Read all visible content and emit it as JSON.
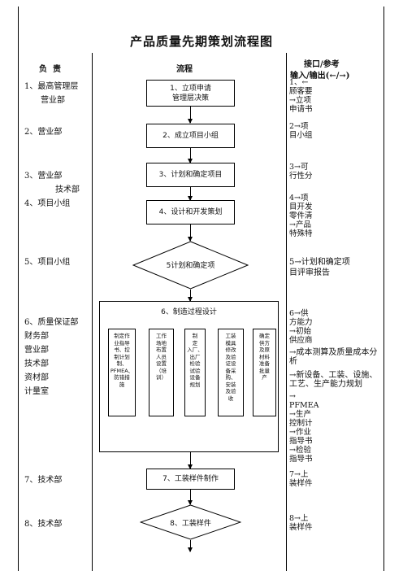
{
  "title": "产品质量先期策划流程图",
  "headers": {
    "responsibility": "负  责",
    "flow": "流程",
    "io_line1": "接口/参考",
    "io_line2": "输入/输出(←/→)"
  },
  "responsibilities": [
    [
      "1、最高管理层",
      "营业部"
    ],
    [
      "2、营业部"
    ],
    [
      "3、营业部",
      "技术部"
    ],
    [
      "4、项目小组"
    ],
    [
      "5、项目小组"
    ],
    [
      "6、质量保证部",
      "财务部",
      "营业部",
      "技术部",
      "资材部",
      "计量室"
    ],
    [
      "7、技术部"
    ],
    [
      "8、技术部"
    ]
  ],
  "steps": {
    "s1": [
      "1、立项申请",
      "管理层决策"
    ],
    "s2": "2、成立项目小组",
    "s3": "3、计划和确定项目",
    "s4": "4、设计和开发策划",
    "s5": "5计划和确定项",
    "s6": "6、制造过程设计",
    "s7": "7、工装样件制作",
    "s8": "8、工装样件"
  },
  "sub_boxes": [
    [
      "制定作",
      "业指导",
      "书、控",
      "制计划",
      "制、",
      "PFMEA、",
      "防错措",
      "施"
    ],
    [
      "工作",
      "场地",
      "布置",
      "人员",
      "设置",
      "（培",
      "训）"
    ],
    [
      "制",
      "定",
      "入厂、",
      "出厂",
      "检验",
      "试验",
      "设备",
      "规划"
    ],
    [
      "工装",
      "模具",
      "修改",
      "及验",
      "证设",
      "备采",
      "购、",
      "安装",
      "及验",
      "收"
    ],
    [
      "确定",
      "供方",
      "及原",
      "材料",
      "准备",
      "批量",
      "产"
    ]
  ],
  "notes": [
    [
      "1、←",
      "顾客要",
      "→立项",
      "申请书"
    ],
    [
      "2→项",
      "目小组"
    ],
    [
      "3→可",
      "行性分"
    ],
    [
      "4→项",
      "目开发",
      "零件清",
      "→产品",
      "特殊特"
    ],
    [
      "5→计划和确定项",
      "目评审报告"
    ],
    [
      "6→供",
      "方能力",
      "→初始",
      "供应商",
      "→成本测算及质量成本分",
      "析",
      "→新设备、工装、设施、",
      "工艺、生产能力规划",
      "→",
      "PFMEA",
      "→生产",
      "控制计",
      "→作业",
      "指导书",
      "→检验",
      "指导书"
    ],
    [
      "7→上",
      "装样件"
    ],
    [
      "8→上",
      "装样件"
    ]
  ]
}
